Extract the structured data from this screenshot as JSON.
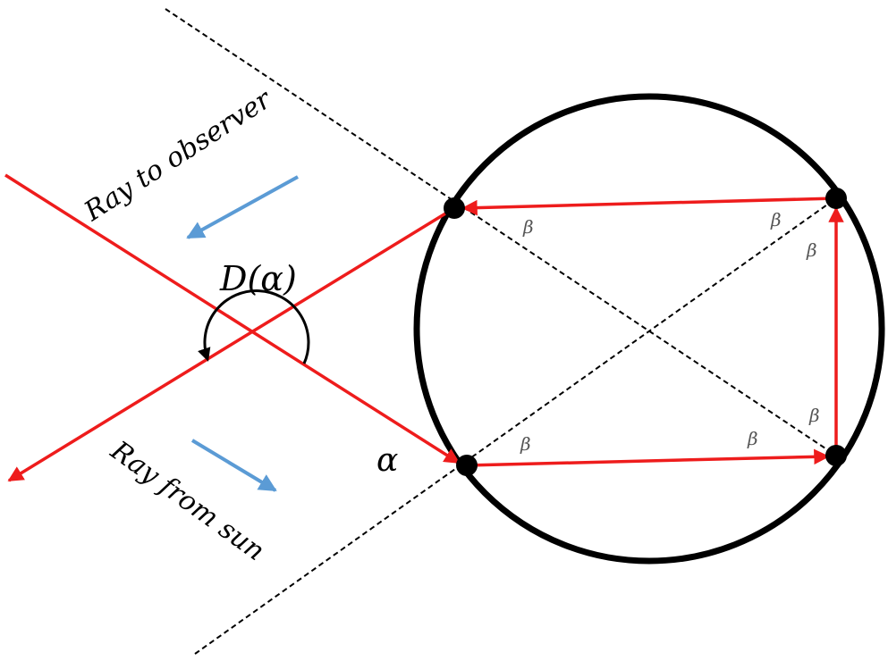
{
  "labels": {
    "ray_to_observer": "Ray to observer",
    "ray_from_sun": "Ray from sun",
    "deviation": "D(α)",
    "alpha": "α",
    "beta": "β"
  },
  "colors": {
    "ray": "#ee1c1c",
    "arrow_blue": "#5b9bd5",
    "circle": "#000000",
    "dashed": "#000000"
  }
}
